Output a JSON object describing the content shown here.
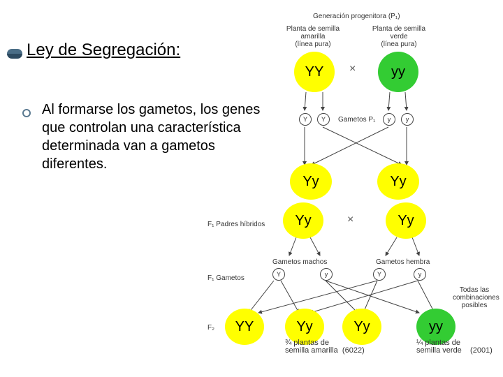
{
  "slide": {
    "title": "Ley de Segregación",
    "title_colon": ":",
    "bullet": "Al formarse los gametos, los genes que controlan una característica determinada van a gametos diferentes."
  },
  "diagram": {
    "generation_label": "Generación progenitora (P₁)",
    "parent_left_label_1": "Planta de semilla",
    "parent_left_label_2": "amarilla",
    "parent_left_label_3": "(línea pura)",
    "parent_right_label_1": "Planta de semilla",
    "parent_right_label_2": "verde",
    "parent_right_label_3": "(línea pura)",
    "p_left": "YY",
    "p_right": "yy",
    "cross": "×",
    "gametes_p1_label": "Gametos P₁",
    "gamete_Y": "Y",
    "gamete_y": "y",
    "f1_left": "Yy",
    "f1_right": "Yy",
    "f1_parents_label": "F₁ Padres híbridos",
    "f1_cross_left": "Yy",
    "f1_cross_right": "Yy",
    "male_gametes_label": "Gametos machos",
    "female_gametes_label": "Gametos hembra",
    "f1_gametes_label": "F₁ Gametos",
    "all_combinations_1": "Todas las",
    "all_combinations_2": "combinaciones",
    "all_combinations_3": "posibles",
    "f2_label": "F₂",
    "f2_1": "YY",
    "f2_2": "Yy",
    "f2_3": "Yy",
    "f2_4": "yy",
    "yellow_result_1": "¾ plantas de",
    "yellow_result_2": "semilla amarilla",
    "yellow_count": "(6022)",
    "green_result_1": "¼ plantas de",
    "green_result_2": "semilla verde",
    "green_count": "(2001)"
  },
  "colors": {
    "yellow": "#ffff00",
    "green": "#33cc33",
    "bullet": "#4a6d86"
  }
}
